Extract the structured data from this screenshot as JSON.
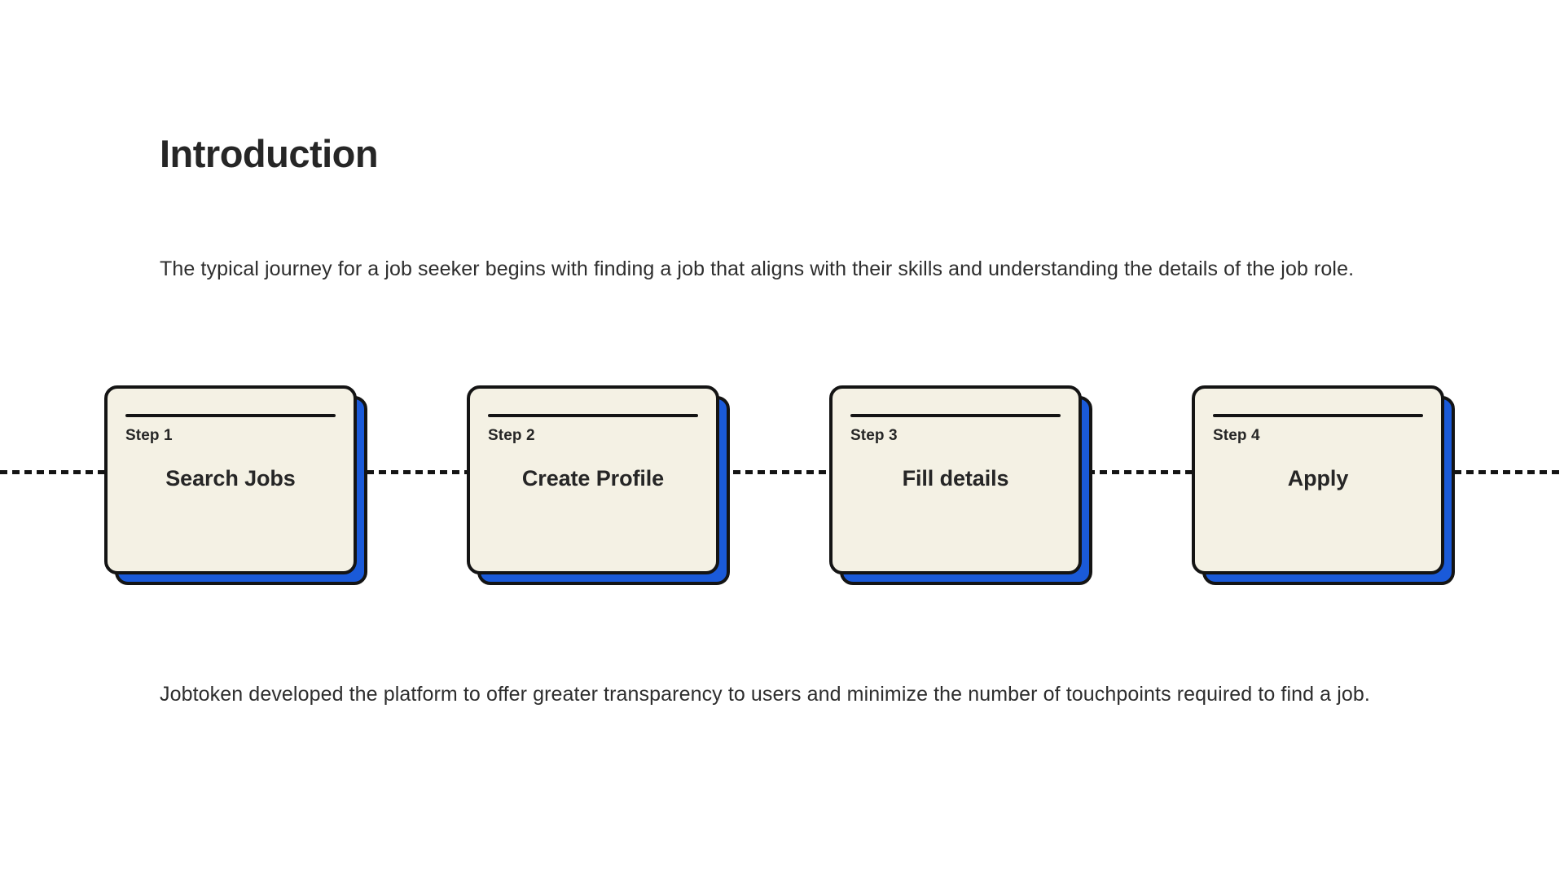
{
  "section": {
    "heading": "Introduction",
    "intro_paragraph": "The typical journey for a job seeker begins with finding a job that aligns with their skills and understanding the details of the job role.",
    "outro_paragraph": "Jobtoken developed the platform to offer greater transparency to users and minimize the number of touchpoints required to find a job."
  },
  "flow": {
    "connector": "dashed-line",
    "steps": [
      {
        "step_label": "Step 1",
        "title": "Search Jobs"
      },
      {
        "step_label": "Step 2",
        "title": "Create Profile"
      },
      {
        "step_label": "Step 3",
        "title": "Fill details"
      },
      {
        "step_label": "Step 4",
        "title": "Apply"
      }
    ]
  },
  "colors": {
    "background": "#ffffff",
    "text": "#262626",
    "card_fill": "#f4f1e4",
    "card_border": "#141414",
    "card_shadow_blue": "#1a5ad9",
    "connector": "#141414"
  }
}
